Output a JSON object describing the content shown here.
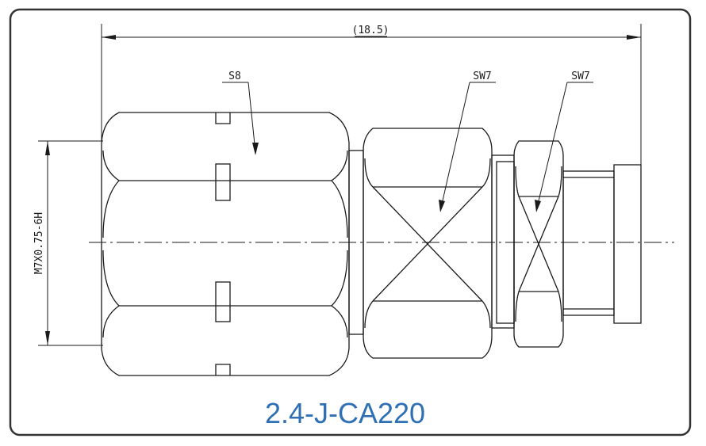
{
  "drawing": {
    "overall_length_label": "(18.5)",
    "hex1_label": "S8",
    "hex2_label": "SW7",
    "hex3_label": "SW7",
    "thread_label": "M7X0.75-6H",
    "part_number": "2.4-J-CA220"
  },
  "colors": {
    "line": "#1a1a1a",
    "part_number": "#2f6fb3",
    "frame": "#333333"
  }
}
